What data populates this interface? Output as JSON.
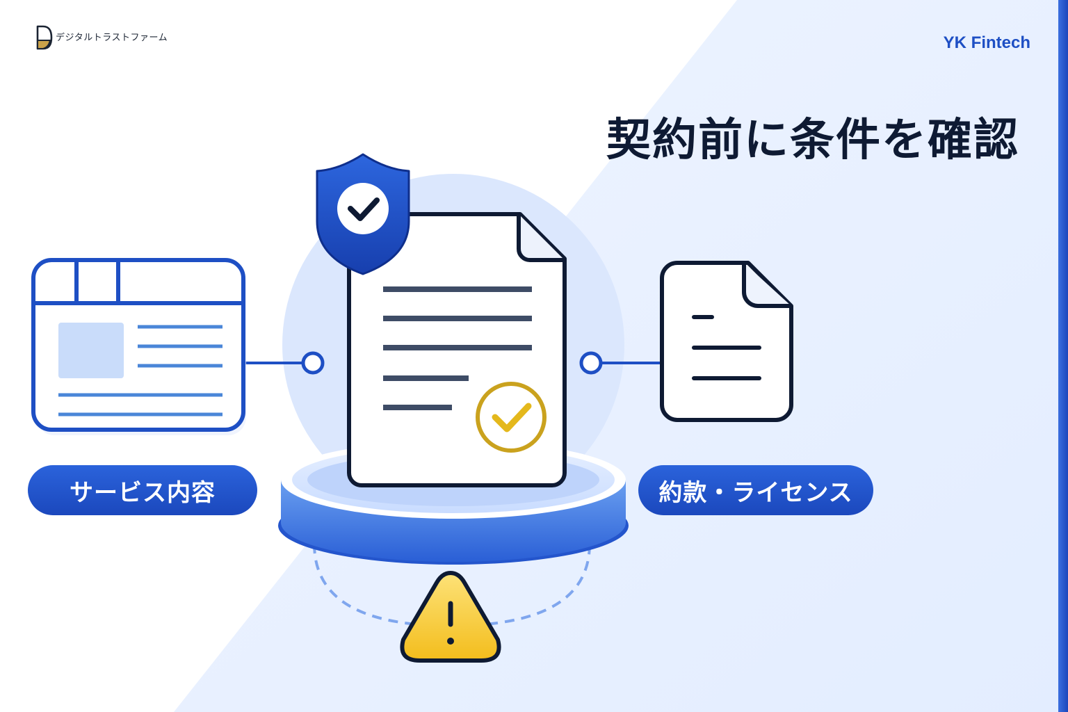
{
  "brand": {
    "name": "デジタルトラストファーム",
    "logo_icon": "d-letter-logo-icon"
  },
  "partner": {
    "name": "YK Fintech"
  },
  "headline": "契約前に条件を確認",
  "labels": {
    "left": "サービス内容",
    "right": "約款・ライセンス"
  },
  "icons": {
    "left": "web-page-icon",
    "center": "contract-document-icon",
    "shield": "shield-check-icon",
    "check": "gold-check-badge-icon",
    "right": "file-document-icon",
    "warning": "warning-triangle-icon"
  },
  "colors": {
    "accent_blue": "#1e4fc4",
    "navy": "#0e1a33",
    "gold": "#caa21e",
    "warning_yellow": "#f6c92a",
    "light_blue": "#dbe7fd"
  }
}
